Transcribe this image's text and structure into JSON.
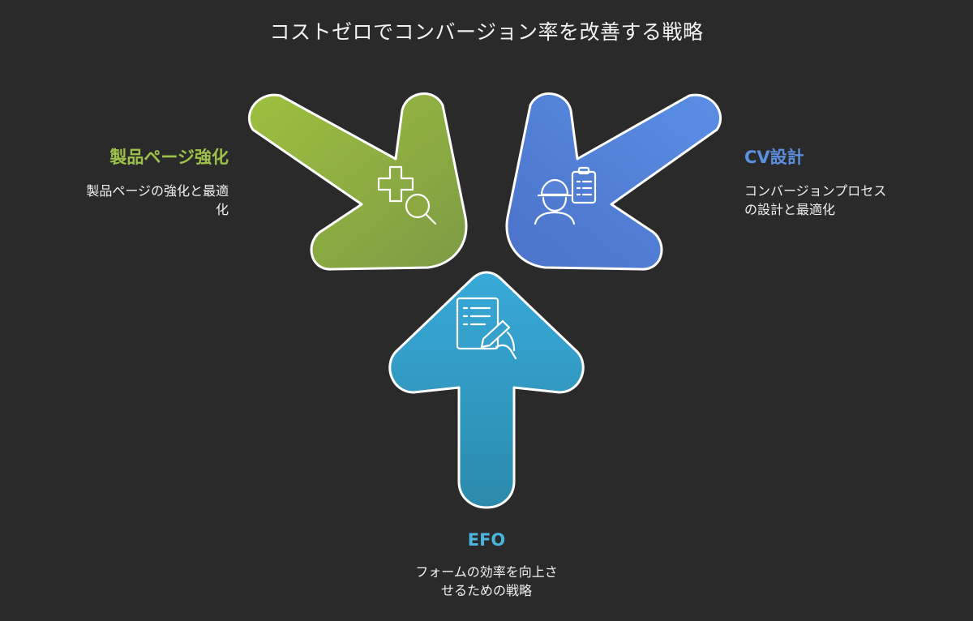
{
  "title": "コストゼロでコンバージョン率を改善する戦略",
  "items": [
    {
      "heading": "製品ページ強化",
      "description_line1": "製品ページの強化と最適",
      "description_line2": "化",
      "icon": "product-search-icon",
      "color_start": "#9dc03f",
      "color_end": "#7d9b44"
    },
    {
      "heading": "CV設計",
      "description_line1": "コンバージョンプロセス",
      "description_line2": "の設計と最適化",
      "icon": "worker-clipboard-icon",
      "color_start": "#5a8fe6",
      "color_end": "#4a72c8"
    },
    {
      "heading": "EFO",
      "description_line1": "フォームの効率を向上さ",
      "description_line2": "せるための戦略",
      "icon": "form-edit-icon",
      "color_start": "#38a9d9",
      "color_end": "#2b8aab"
    }
  ]
}
